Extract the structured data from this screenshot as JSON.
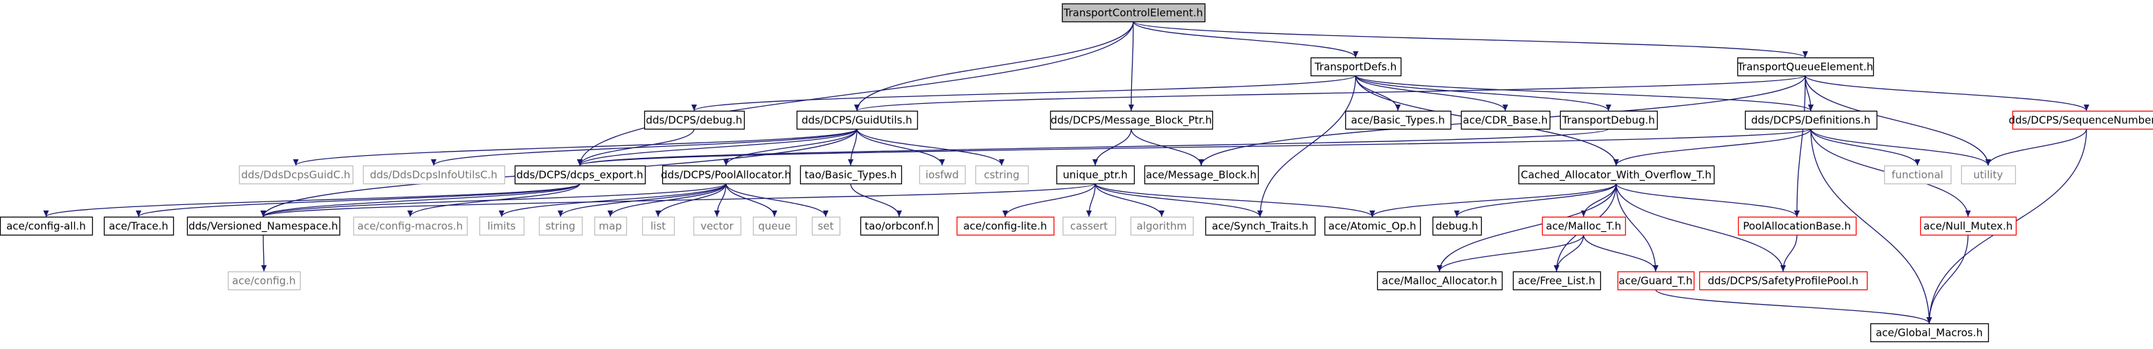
{
  "graph": {
    "colors": {
      "edge": "#191970",
      "root_fill": "#bfbfbf",
      "node_border": "#000000",
      "missing_border": "#ff0000",
      "external_border": "#bfbfbf",
      "external_text": "#777777",
      "text": "#000000"
    },
    "nodes": {
      "root": {
        "label": "TransportControlElement.h",
        "style": "root"
      },
      "defs": {
        "label": "TransportDefs.h",
        "style": "normal"
      },
      "queue": {
        "label": "TransportQueueElement.h",
        "style": "normal"
      },
      "debug": {
        "label": "dds/DCPS/debug.h",
        "style": "normal"
      },
      "guid": {
        "label": "dds/DCPS/GuidUtils.h",
        "style": "normal"
      },
      "mbp": {
        "label": "dds/DCPS/Message_Block_Ptr.h",
        "style": "normal"
      },
      "basic": {
        "label": "ace/Basic_Types.h",
        "style": "normal"
      },
      "cdr": {
        "label": "ace/CDR_Base.h",
        "style": "normal"
      },
      "tdebug": {
        "label": "TransportDebug.h",
        "style": "normal"
      },
      "defn": {
        "label": "dds/DCPS/Definitions.h",
        "style": "normal"
      },
      "seqnum": {
        "label": "dds/DCPS/SequenceNumber.h",
        "style": "missing"
      },
      "guidc": {
        "label": "dds/DdsDcpsGuidC.h",
        "style": "external"
      },
      "infoc": {
        "label": "dds/DdsDcpsInfoUtilsC.h",
        "style": "external"
      },
      "export": {
        "label": "dds/DCPS/dcps_export.h",
        "style": "normal"
      },
      "pool": {
        "label": "dds/DCPS/PoolAllocator.h",
        "style": "normal"
      },
      "taobasic": {
        "label": "tao/Basic_Types.h",
        "style": "normal"
      },
      "iosfwd": {
        "label": "iosfwd",
        "style": "external"
      },
      "cstring": {
        "label": "cstring",
        "style": "external"
      },
      "uptr": {
        "label": "unique_ptr.h",
        "style": "normal"
      },
      "mblock": {
        "label": "ace/Message_Block.h",
        "style": "normal"
      },
      "cached": {
        "label": "Cached_Allocator_With_Overflow_T.h",
        "style": "normal"
      },
      "functional": {
        "label": "functional",
        "style": "external"
      },
      "utility": {
        "label": "utility",
        "style": "external"
      },
      "cfgall": {
        "label": "ace/config-all.h",
        "style": "normal"
      },
      "trace": {
        "label": "ace/Trace.h",
        "style": "normal"
      },
      "vns": {
        "label": "dds/Versioned_Namespace.h",
        "style": "normal"
      },
      "cfgmacros": {
        "label": "ace/config-macros.h",
        "style": "external"
      },
      "limits": {
        "label": "limits",
        "style": "external"
      },
      "string": {
        "label": "string",
        "style": "external"
      },
      "map": {
        "label": "map",
        "style": "external"
      },
      "list": {
        "label": "list",
        "style": "external"
      },
      "vector": {
        "label": "vector",
        "style": "external"
      },
      "qstd": {
        "label": "queue",
        "style": "external"
      },
      "set": {
        "label": "set",
        "style": "external"
      },
      "orbconf": {
        "label": "tao/orbconf.h",
        "style": "normal"
      },
      "cfglite": {
        "label": "ace/config-lite.h",
        "style": "missing"
      },
      "cassert": {
        "label": "cassert",
        "style": "external"
      },
      "algorithm": {
        "label": "algorithm",
        "style": "external"
      },
      "synch": {
        "label": "ace/Synch_Traits.h",
        "style": "normal"
      },
      "atomic": {
        "label": "ace/Atomic_Op.h",
        "style": "normal"
      },
      "debugh": {
        "label": "debug.h",
        "style": "normal"
      },
      "malloct": {
        "label": "ace/Malloc_T.h",
        "style": "missing"
      },
      "pab": {
        "label": "PoolAllocationBase.h",
        "style": "missing"
      },
      "nullmutex": {
        "label": "ace/Null_Mutex.h",
        "style": "missing"
      },
      "config": {
        "label": "ace/config.h",
        "style": "external"
      },
      "mallocalloc": {
        "label": "ace/Malloc_Allocator.h",
        "style": "normal"
      },
      "freelist": {
        "label": "ace/Free_List.h",
        "style": "normal"
      },
      "guardt": {
        "label": "ace/Guard_T.h",
        "style": "missing"
      },
      "safety": {
        "label": "dds/DCPS/SafetyProfilePool.h",
        "style": "missing"
      },
      "gmacros": {
        "label": "ace/Global_Macros.h",
        "style": "normal"
      }
    },
    "edges": [
      [
        "root",
        "defs"
      ],
      [
        "root",
        "queue"
      ],
      [
        "root",
        "guid"
      ],
      [
        "root",
        "mbp"
      ],
      [
        "root",
        "export"
      ],
      [
        "defs",
        "debug"
      ],
      [
        "defs",
        "basic"
      ],
      [
        "defs",
        "cdr"
      ],
      [
        "defs",
        "tdebug"
      ],
      [
        "defs",
        "defn"
      ],
      [
        "defs",
        "synch"
      ],
      [
        "defs",
        "cached"
      ],
      [
        "queue",
        "guid"
      ],
      [
        "queue",
        "defn"
      ],
      [
        "queue",
        "seqnum"
      ],
      [
        "queue",
        "mblock"
      ],
      [
        "queue",
        "utility"
      ],
      [
        "queue",
        "pab"
      ],
      [
        "debug",
        "export"
      ],
      [
        "guid",
        "guidc"
      ],
      [
        "guid",
        "infoc"
      ],
      [
        "guid",
        "export"
      ],
      [
        "guid",
        "pool"
      ],
      [
        "guid",
        "taobasic"
      ],
      [
        "guid",
        "iosfwd"
      ],
      [
        "guid",
        "cstring"
      ],
      [
        "guid",
        "vns"
      ],
      [
        "mbp",
        "uptr"
      ],
      [
        "mbp",
        "mblock"
      ],
      [
        "tdebug",
        "export"
      ],
      [
        "defn",
        "export"
      ],
      [
        "defn",
        "cached"
      ],
      [
        "defn",
        "functional"
      ],
      [
        "defn",
        "utility"
      ],
      [
        "defn",
        "nullmutex"
      ],
      [
        "defn",
        "gmacros"
      ],
      [
        "seqnum",
        "utility"
      ],
      [
        "seqnum",
        "gmacros"
      ],
      [
        "export",
        "cfgall"
      ],
      [
        "export",
        "trace"
      ],
      [
        "export",
        "vns"
      ],
      [
        "export",
        "cfgmacros"
      ],
      [
        "pool",
        "limits"
      ],
      [
        "pool",
        "string"
      ],
      [
        "pool",
        "map"
      ],
      [
        "pool",
        "list"
      ],
      [
        "pool",
        "vector"
      ],
      [
        "pool",
        "qstd"
      ],
      [
        "pool",
        "set"
      ],
      [
        "pool",
        "vns"
      ],
      [
        "taobasic",
        "orbconf"
      ],
      [
        "uptr",
        "cfglite"
      ],
      [
        "uptr",
        "cassert"
      ],
      [
        "uptr",
        "algorithm"
      ],
      [
        "uptr",
        "synch"
      ],
      [
        "uptr",
        "atomic"
      ],
      [
        "uptr",
        "vns"
      ],
      [
        "cached",
        "atomic"
      ],
      [
        "cached",
        "debugh"
      ],
      [
        "cached",
        "malloct"
      ],
      [
        "cached",
        "pab"
      ],
      [
        "cached",
        "mallocalloc"
      ],
      [
        "cached",
        "freelist"
      ],
      [
        "cached",
        "guardt"
      ],
      [
        "cached",
        "safety"
      ],
      [
        "vns",
        "config"
      ],
      [
        "malloct",
        "mallocalloc"
      ],
      [
        "malloct",
        "freelist"
      ],
      [
        "malloct",
        "guardt"
      ],
      [
        "pab",
        "safety"
      ],
      [
        "guardt",
        "gmacros"
      ],
      [
        "nullmutex",
        "gmacros"
      ]
    ]
  }
}
